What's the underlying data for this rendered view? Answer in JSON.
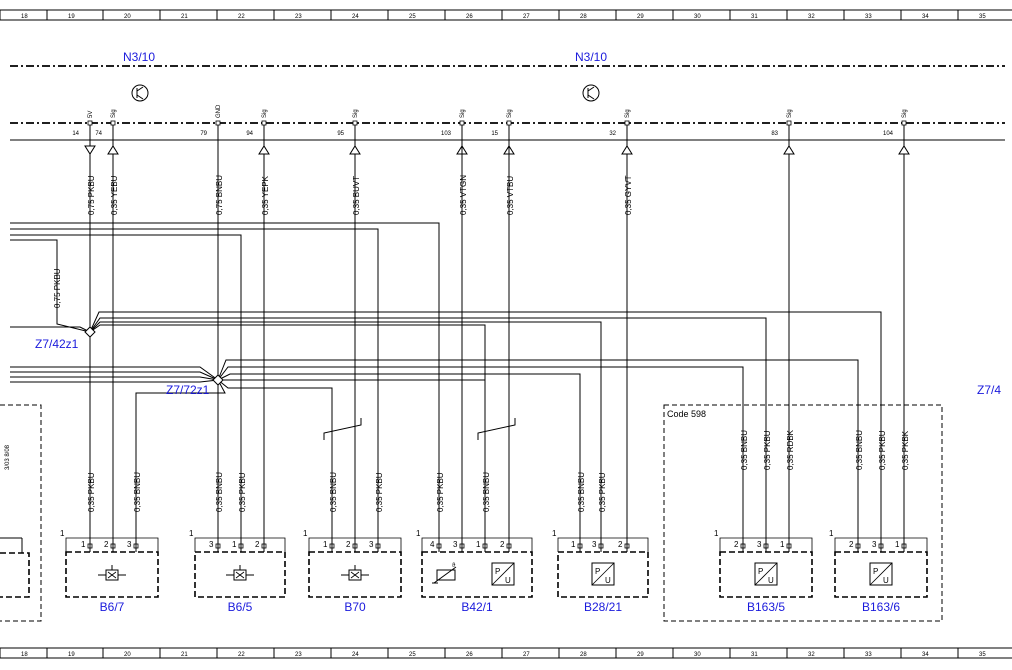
{
  "grid_numbers": [
    "18",
    "19",
    "20",
    "21",
    "22",
    "23",
    "24",
    "25",
    "26",
    "27",
    "28",
    "29",
    "30",
    "31",
    "32",
    "33",
    "34",
    "35"
  ],
  "module": {
    "label_left": "N3/10",
    "label_right": "N3/10",
    "pins": [
      {
        "num": "14",
        "sig": "5V"
      },
      {
        "num": "74",
        "sig": "Sig"
      },
      {
        "num": "79",
        "sig": "GND"
      },
      {
        "num": "94",
        "sig": "Sig"
      },
      {
        "num": "95",
        "sig": "Sig"
      },
      {
        "num": "103",
        "sig": "Sig"
      },
      {
        "num": "15",
        "sig": "Sig"
      },
      {
        "num": "32",
        "sig": "Sig"
      },
      {
        "num": "83",
        "sig": "Sig"
      },
      {
        "num": "104",
        "sig": "Sig"
      }
    ]
  },
  "wire_labels_top": [
    "0,75 PKBU",
    "0,35 YEBU",
    "0,75 BNBU",
    "0,35 YEPK",
    "0,35 BUVT",
    "0,35 VTGN",
    "0,35 VTBU",
    "0,35 GYVT"
  ],
  "wire_label_side": "0,75 PKBU",
  "wire_labels_bottom": [
    "0,35 PKBU",
    "0,35 BNBU",
    "0,35 BNBU",
    "0,35 PKBU",
    "0,35 BNBU",
    "0,35 PKBU",
    "0,35 PKBU",
    "0,35 BNBU",
    "0,35 BNBU",
    "0,35 PKBU"
  ],
  "code598_wire_labels": [
    "0,35 BNBU",
    "0,35 PKBU",
    "0,35 RDBK",
    "0,35 BNBU",
    "0,35 PKBU",
    "0,35 PKBK"
  ],
  "splices": {
    "z1": "Z7/42z1",
    "z2": "Z7/72z1",
    "z3": "Z7/4"
  },
  "code_box": "Code 598",
  "left_partial_text": "3/03 8/08",
  "components": [
    {
      "id": "B6/7",
      "pins": [
        "1",
        "2",
        "3"
      ],
      "one": "1"
    },
    {
      "id": "B6/5",
      "pins": [
        "3",
        "1",
        "2"
      ],
      "one": "1"
    },
    {
      "id": "B70",
      "pins": [
        "1",
        "2",
        "3"
      ],
      "one": "1"
    },
    {
      "id": "B42/1",
      "pins": [
        "4",
        "3",
        "1",
        "2"
      ],
      "one": "1"
    },
    {
      "id": "B28/21",
      "pins": [
        "1",
        "3",
        "2"
      ],
      "one": "1"
    },
    {
      "id": "B163/5",
      "pins": [
        "2",
        "3",
        "1"
      ],
      "one": "1"
    },
    {
      "id": "B163/6",
      "pins": [
        "2",
        "3",
        "1"
      ],
      "one": "1"
    }
  ],
  "pu_labels": {
    "p": "P",
    "u": "U"
  },
  "theta": "ϑ",
  "colors": {
    "blue": "#1a1adc"
  }
}
